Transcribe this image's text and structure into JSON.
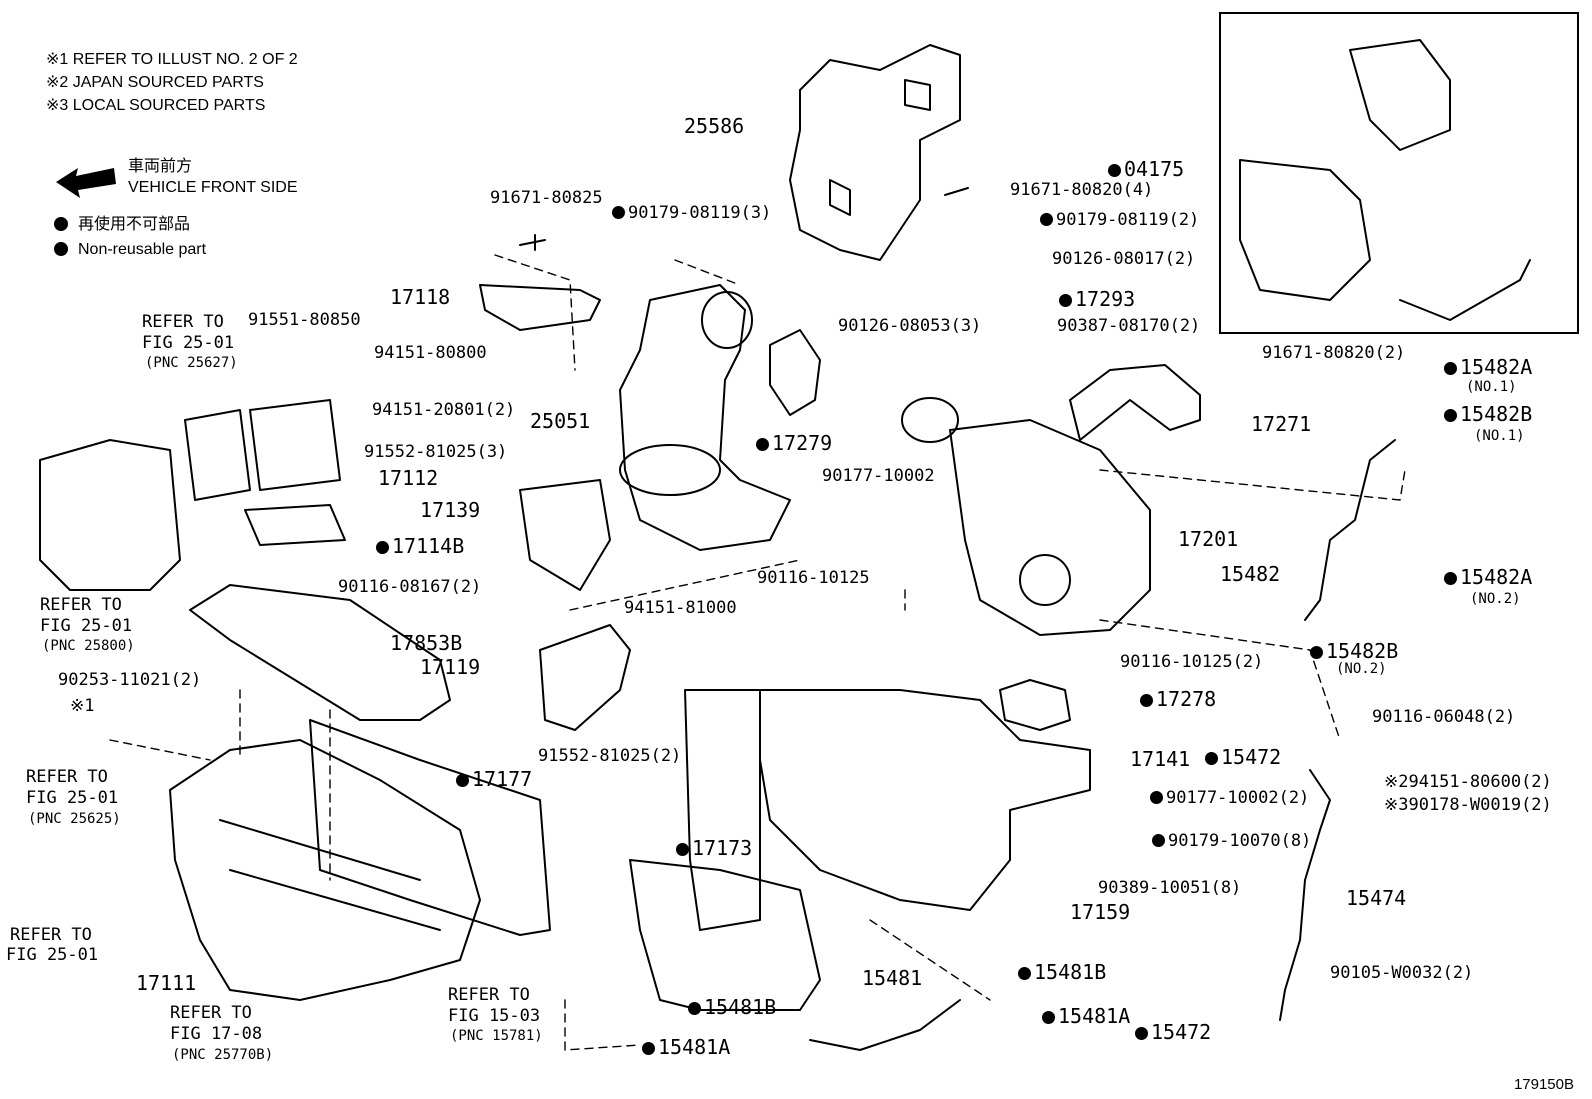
{
  "notes": {
    "n1": "※1 REFER TO ILLUST NO. 2 OF 2",
    "n2": "※2 JAPAN SOURCED PARTS",
    "n3": "※3 LOCAL SOURCED PARTS",
    "front_jp": "車両前方",
    "front_en": "VEHICLE FRONT SIDE",
    "nonreuse_jp": "再使用不可部品",
    "nonreuse_en": "Non-reusable part"
  },
  "figure_id": "179150B",
  "labels": {
    "p25586": "25586",
    "p04175": "04175",
    "p91671_80825": "91671-80825",
    "p90179_08119_3": "90179-08119(3)",
    "p91671_80820_4": "91671-80820(4)",
    "p90179_08119_2": "90179-08119(2)",
    "p90126_08017_2": "90126-08017(2)",
    "p17118": "17118",
    "p17293": "17293",
    "p90387_08170_2": "90387-08170(2)",
    "ref_25627_a": "REFER TO",
    "ref_25627_b": "FIG 25-01",
    "ref_25627_c": "(PNC 25627)",
    "p91551_80850": "91551-80850",
    "p94151_80800": "94151-80800",
    "p90126_08053_3": "90126-08053(3)",
    "p91671_80820_2": "91671-80820(2)",
    "p15482A_1": "15482A",
    "p15482A_1_sub": "(NO.1)",
    "p94151_20801_2": "94151-20801(2)",
    "p25051": "25051",
    "p17279": "17279",
    "p17271": "17271",
    "p15482B_1": "15482B",
    "p15482B_1_sub": "(NO.1)",
    "p91552_81025_3": "91552-81025(3)",
    "p17112": "17112",
    "p90177_10002": "90177-10002",
    "p17139": "17139",
    "p17114B": "17114B",
    "p17201": "17201",
    "p90116_08167_2": "90116-08167(2)",
    "p90116_10125": "90116-10125",
    "p15482": "15482",
    "p15482A_2": "15482A",
    "p15482A_2_sub": "(NO.2)",
    "ref_25800_a": "REFER TO",
    "ref_25800_b": "FIG 25-01",
    "ref_25800_c": "(PNC 25800)",
    "p94151_81000": "94151-81000",
    "p17853B": "17853B",
    "p17119": "17119",
    "p90116_10125_2": "90116-10125(2)",
    "p15482B_2": "15482B",
    "p15482B_2_sub": "(NO.2)",
    "p90253_11021_2": "90253-11021(2)",
    "p17278": "17278",
    "note1_mark": "※1",
    "p90116_06048_2": "90116-06048(2)",
    "p91552_81025_2": "91552-81025(2)",
    "p17141": "17141",
    "p15472_a": "15472",
    "ref_25625_a": "REFER TO",
    "ref_25625_b": "FIG 25-01",
    "ref_25625_c": "(PNC 25625)",
    "p17177": "17177",
    "p94151_80600_2": "※294151-80600(2)",
    "p90177_10002_2": "90177-10002(2)",
    "p90178_W0019_2": "※390178-W0019(2)",
    "p90179_10070_8": "90179-10070(8)",
    "p17173": "17173",
    "p90389_10051_8": "90389-10051(8)",
    "p17159": "17159",
    "p15474": "15474",
    "ref_fig25_a": "REFER TO",
    "ref_fig25_b": "FIG 25-01",
    "p15481": "15481",
    "p90105_W0032_2": "90105-W0032(2)",
    "p17111": "17111",
    "p15481B_a": "15481B",
    "ref_15781_a": "REFER TO",
    "ref_15781_b": "FIG 15-03",
    "ref_15781_c": "(PNC 15781)",
    "ref_25770_a": "REFER TO",
    "ref_25770_b": "FIG 17-08",
    "ref_25770_c": "(PNC 25770B)",
    "p15481B_b": "15481B",
    "p15481A_a": "15481A",
    "p15472_b": "15472",
    "p15481A_b": "15481A"
  }
}
